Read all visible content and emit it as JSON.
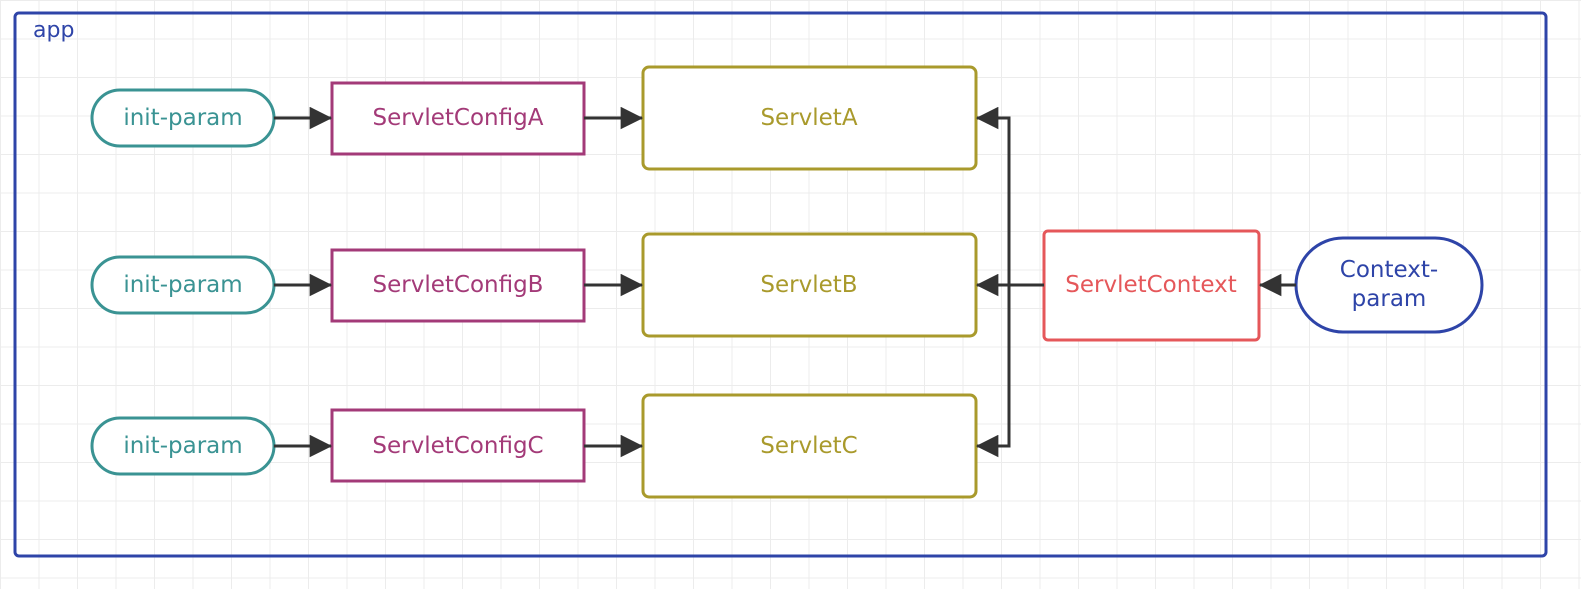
{
  "container": {
    "label": "app",
    "color": "#2e44a8"
  },
  "colors": {
    "init_param": "#3a9393",
    "servlet_config": "#a33a78",
    "servlet": "#a99a2c",
    "servlet_context": "#e5575a",
    "context_param": "#2e44a8",
    "edge": "#333333"
  },
  "rows": [
    {
      "init_param": "init-param",
      "servlet_config": "ServletConfigA",
      "servlet": "ServletA"
    },
    {
      "init_param": "init-param",
      "servlet_config": "ServletConfigB",
      "servlet": "ServletB"
    },
    {
      "init_param": "init-param",
      "servlet_config": "ServletConfigC",
      "servlet": "ServletC"
    }
  ],
  "servlet_context": {
    "label": "ServletContext"
  },
  "context_param": {
    "label_line1": "Context-",
    "label_line2": "param"
  }
}
